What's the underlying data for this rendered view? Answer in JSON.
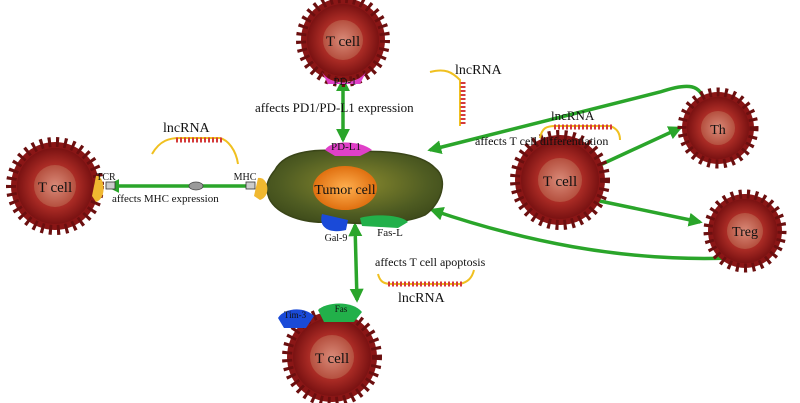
{
  "cells": {
    "t_cell_top": "T cell",
    "t_cell_left": "T cell",
    "t_cell_right": "T cell",
    "t_cell_bottom": "T cell",
    "th": "Th",
    "treg": "Treg",
    "tumor": "Tumor cell"
  },
  "receptors": {
    "pd1": "PD-1",
    "pdl1": "PD-L1",
    "tcr": "TCR",
    "mhc": "MHC",
    "gal9": "Gal-9",
    "fasl": "Fas-L",
    "tim3": "Tim-3",
    "fas": "Fas"
  },
  "annotations": {
    "pd1_effect": "affects PD1/PD-L1 expression",
    "mhc_effect": "affects MHC expression",
    "tdiff_effect": "affects T cell differentiation",
    "apoptosis_effect": "affects T cell apoptosis"
  },
  "lncrna_labels": {
    "top": "lncRNA",
    "left": "lncRNA",
    "right": "lncRNA",
    "bottom": "lncRNA"
  },
  "colors": {
    "arrow": "#2aa52a",
    "t_cell_outer": "#9e1b1b",
    "t_cell_inner": "#c45a4a",
    "tumor_body": "#5b6a2a",
    "tumor_nucleus": "#f08a1c",
    "pd1": "#e040c8",
    "mhc": "#f0b830",
    "gal9": "#1a4ad8",
    "fasl": "#22b04a"
  }
}
